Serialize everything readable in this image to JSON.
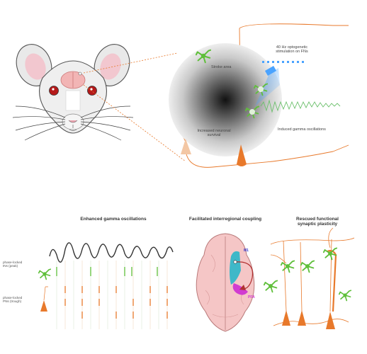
{
  "top": {
    "stroke_area": "Stroke area",
    "stimulation_line1": "40 Hz optogenetic",
    "stimulation_line2": "stimulation on FNs",
    "survival_line1": "Increased neuronal",
    "survival_line2": "survival",
    "gamma_induced": "Induced gamma oscillations"
  },
  "bottom": {
    "panel1_title": "Enhanced gamma oscillations",
    "panel2_title": "Facilitated interregional coupling",
    "panel3_title_line1": "Rescued functional",
    "panel3_title_line2": "synaptic plasticity",
    "ins_line1": "phase-locked",
    "ins_line2": "INs (peak)",
    "pns_line1": "phase-locked",
    "pns_line2": "PNs (trough)",
    "label_m1": "M1",
    "label_pfa": "PFA"
  },
  "colors": {
    "interneuron_green": "#5fbf3a",
    "pyramidal_orange": "#e8792b",
    "light_beam_blue": "#4aa3ff",
    "brain_pink": "#f2b5b5",
    "m1_cyan": "#3fb8c8",
    "pfa_magenta": "#d13cd1"
  }
}
